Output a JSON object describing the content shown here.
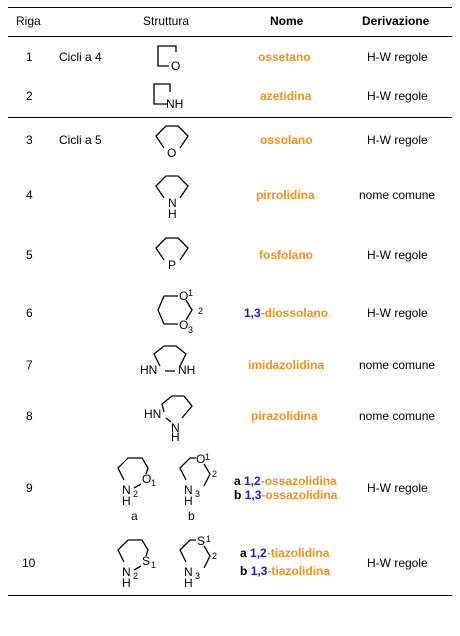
{
  "header": {
    "col_row": "Riga",
    "col_structure": "Struttura",
    "col_name": "Nome",
    "col_derivation": "Derivazione"
  },
  "rows": [
    {
      "num": "1",
      "group": "Cicli a 4",
      "name": "ossetano",
      "derivation": "H-W regole"
    },
    {
      "num": "2",
      "group": "",
      "name": "azetidina",
      "derivation": "H-W regole"
    },
    {
      "num": "3",
      "group": "Cicli a 5",
      "name": "ossolano",
      "derivation": "H-W regole"
    },
    {
      "num": "4",
      "group": "",
      "name": "pirrolidina",
      "derivation": "nome comune"
    },
    {
      "num": "5",
      "group": "",
      "name": "fosfolano",
      "derivation": "H-W regole"
    },
    {
      "num": "6",
      "group": "",
      "name_locant": "1,3",
      "name_rest": "-diossolano",
      "derivation": "H-W regole"
    },
    {
      "num": "7",
      "group": "",
      "name": "imidazolidina",
      "derivation": "nome comune"
    },
    {
      "num": "8",
      "group": "",
      "name": "pirazolidina",
      "derivation": "nome comune"
    },
    {
      "num": "9",
      "group": "",
      "derivation": "H-W regole",
      "variants": [
        {
          "tag": "a",
          "locant": "1,2",
          "rest": "-ossazolidina"
        },
        {
          "tag": "b",
          "locant": "1,3",
          "rest": "-ossazolidina"
        }
      ],
      "structure_tags": [
        "a",
        "b"
      ]
    },
    {
      "num": "10",
      "group": "",
      "derivation": "H-W regole",
      "variants": [
        {
          "tag": "a",
          "locant": "1,2",
          "rest": "-tiazolidina"
        },
        {
          "tag": "b",
          "locant": "1,3",
          "rest": "-tiazolidina"
        }
      ]
    }
  ],
  "atoms": {
    "O": "O",
    "N": "N",
    "NH": "NH",
    "H": "H",
    "P": "P",
    "S": "S",
    "HN": "HN",
    "l1": "1",
    "l2": "2",
    "l3": "3"
  },
  "colors": {
    "name": "#f39019",
    "locant": "#1a1adc"
  }
}
